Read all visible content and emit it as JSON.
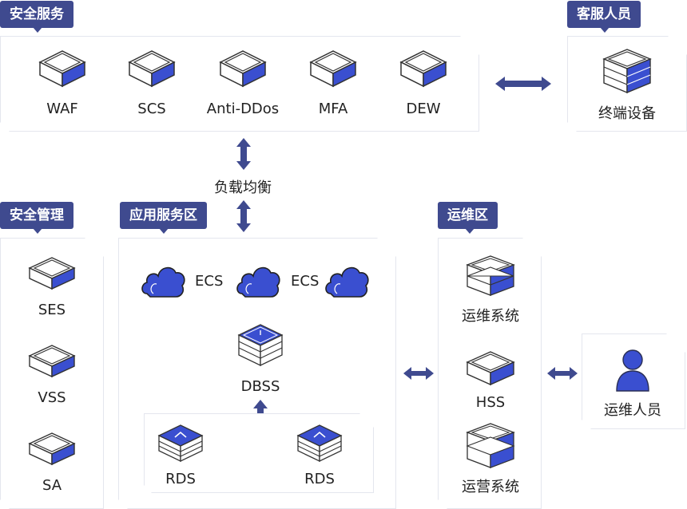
{
  "groups": {
    "security_service": "安全服务",
    "customer_staff": "客服人员",
    "security_mgmt": "安全管理",
    "app_zone": "应用服务区",
    "ops_zone": "运维区"
  },
  "security_service_items": [
    "WAF",
    "SCS",
    "Anti-DDos",
    "MFA",
    "DEW"
  ],
  "customer_node": "终端设备",
  "load_balance": "负载均衡",
  "security_mgmt_items": [
    "SES",
    "VSS",
    "SA"
  ],
  "app_nodes": {
    "ecs_1": "ECS",
    "ecs_2": "ECS",
    "dbss": "DBSS",
    "rds_1": "RDS",
    "rds_2": "RDS"
  },
  "ops_items": [
    "运维系统",
    "HSS",
    "运营系统"
  ],
  "ops_staff": "运维人员",
  "colors": {
    "accent": "#3f4a8f",
    "icon_blue": "#3a4fd0",
    "border": "#e4e6ee"
  }
}
